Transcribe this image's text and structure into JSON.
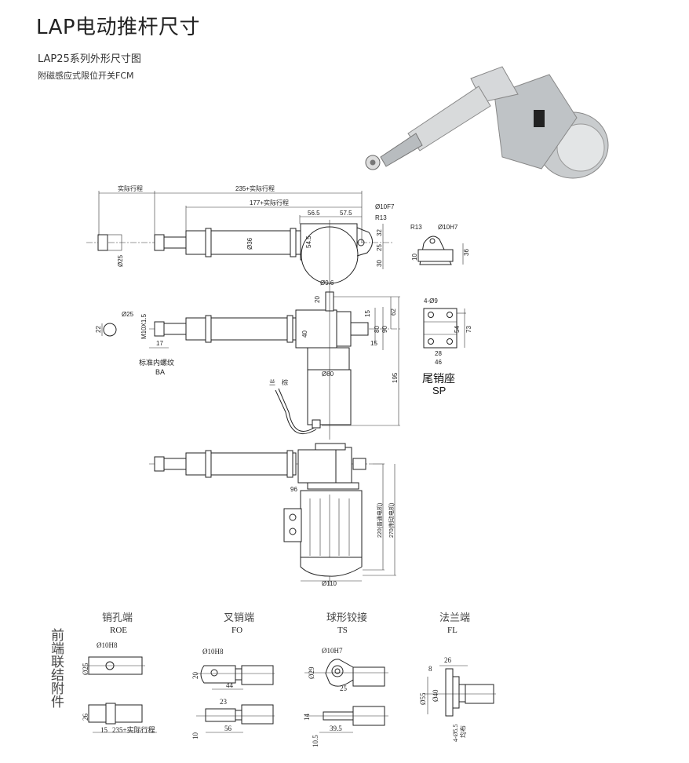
{
  "header": {
    "title": "LAP电动推杆尺寸",
    "subtitle": "LAP25系列外形尺寸图",
    "note": "附磁感应式限位开关FCM"
  },
  "drawing_top": {
    "stroke": "实际行程",
    "len235": "235+实际行程",
    "len177": "177+实际行程",
    "d565": "56.5",
    "d575": "57.5",
    "pin": "Ø10F7",
    "radius": "R13",
    "d32": "32",
    "d25": "25",
    "d30": "30",
    "d545": "54.5",
    "tube": "Ø36",
    "rod": "Ø25"
  },
  "bracket_side": {
    "radius": "R13",
    "pin": "Ø10H7",
    "h36": "36",
    "h10": "10"
  },
  "drawing_side": {
    "shaft": "Ø9.6",
    "d20": "20",
    "d15a": "15",
    "d15b": "15",
    "d80": "80",
    "d90": "90",
    "d62": "62",
    "d40": "40",
    "d195": "195",
    "motor": "Ø80",
    "end_dia": "Ø25",
    "d22": "22",
    "thread": "M10X1.5",
    "d17": "17",
    "ba_name": "标准内螺纹",
    "ba_code": "BA",
    "wire_blue": "兰",
    "wire_brown": "棕"
  },
  "sp": {
    "holes": "4-Ø9",
    "d54": "54",
    "d73": "73",
    "d28": "28",
    "d46": "46",
    "name": "尾销座",
    "code": "SP"
  },
  "drawing_ac": {
    "d96": "96",
    "motor": "Ø110",
    "h220": "220(普通电机)",
    "h270": "270(制动电机)"
  },
  "accessories": {
    "group_label": "前端联结附件",
    "items": [
      {
        "name": "销孔端",
        "code": "ROE",
        "dims": [
          "Ø10H8",
          "Ø25",
          "26",
          "15",
          "235+实际行程"
        ]
      },
      {
        "name": "叉销端",
        "code": "FO",
        "dims": [
          "Ø10H8",
          "20",
          "44",
          "23",
          "10",
          "56"
        ]
      },
      {
        "name": "球形铰接",
        "code": "TS",
        "dims": [
          "Ø10H7",
          "Ø29",
          "25",
          "14",
          "10.5",
          "39.5"
        ]
      },
      {
        "name": "法兰端",
        "code": "FL",
        "dims": [
          "26",
          "8",
          "Ø55",
          "Ø40",
          "4-Ø5.5",
          "均布"
        ]
      }
    ]
  }
}
